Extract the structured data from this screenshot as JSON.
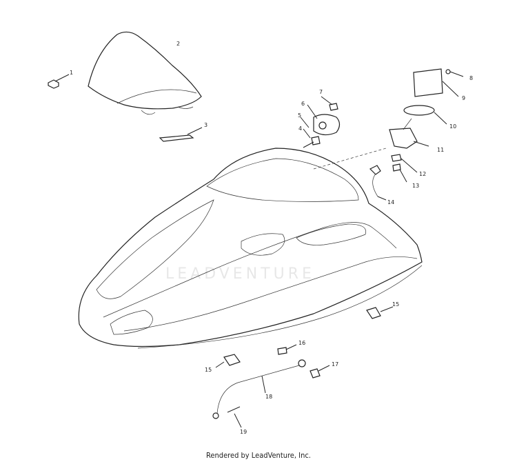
{
  "callouts": [
    "1",
    "2",
    "3",
    "4",
    "5",
    "6",
    "7",
    "8",
    "9",
    "10",
    "11",
    "12",
    "13",
    "14",
    "15",
    "15",
    "16",
    "17",
    "18",
    "19"
  ],
  "watermark": "LEADVENTURE",
  "footer": "Rendered by LeadVenture, Inc."
}
